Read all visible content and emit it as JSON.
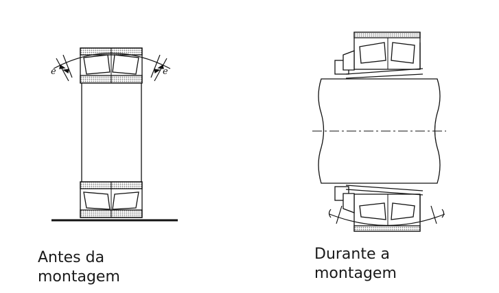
{
  "figures": {
    "left": {
      "caption": "Antes da\nmontagem",
      "angle_label_left": "e",
      "angle_label_right": "e"
    },
    "right": {
      "caption": "Durante a\nmontagem"
    }
  }
}
